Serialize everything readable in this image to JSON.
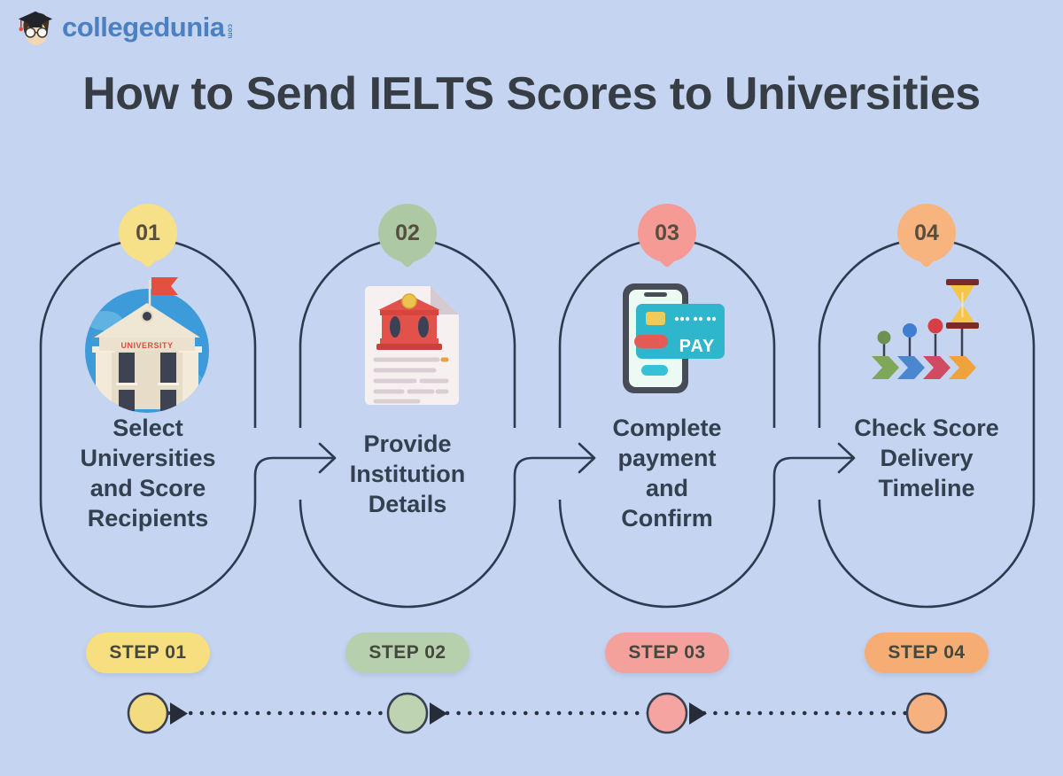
{
  "logo": {
    "brand": "collegedunia",
    "tld": "com"
  },
  "title": "How to Send IELTS Scores to Universities",
  "palette": {
    "background": "#c5d4f0",
    "outline": "#2d3a50",
    "title_text": "#373d44",
    "label_text": "#32404f",
    "logo_blue": "#4b80c3",
    "timeline_dots": "#2a303d"
  },
  "icon_text": {
    "university": "UNIVERSITY",
    "pay": "PAY"
  },
  "steps": [
    {
      "pin": "01",
      "pill": "STEP 01",
      "icon": "university-building-icon",
      "lines": [
        "Select",
        "Universities",
        "and Score",
        "Recipients"
      ],
      "colors": {
        "pin": "#f6e189",
        "pill": "#f7de7e",
        "marker": "#f3dc80"
      }
    },
    {
      "pin": "02",
      "pill": "STEP 02",
      "icon": "institution-document-icon",
      "lines": [
        "Provide",
        "Institution",
        "Details"
      ],
      "colors": {
        "pin": "#adc9a4",
        "pill": "#b6cfad",
        "marker": "#bdd3b2"
      }
    },
    {
      "pin": "03",
      "pill": "STEP 03",
      "icon": "payment-phone-card-icon",
      "lines": [
        "Complete",
        "payment",
        "and",
        "Confirm"
      ],
      "colors": {
        "pin": "#f59a94",
        "pill": "#f4a19b",
        "marker": "#f4a5a2"
      }
    },
    {
      "pin": "04",
      "pill": "STEP 04",
      "icon": "score-delivery-timeline-icon",
      "lines": [
        "Check Score",
        "Delivery",
        "Timeline"
      ],
      "colors": {
        "pin": "#f8b47f",
        "pill": "#f6ad74",
        "marker": "#f5b17f"
      }
    }
  ]
}
